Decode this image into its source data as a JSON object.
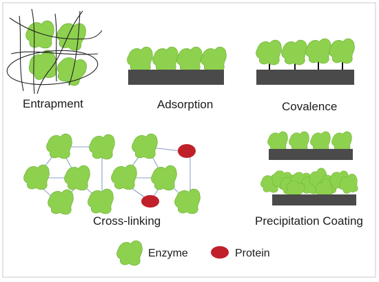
{
  "panels": {
    "entrapment": "Entrapment",
    "adsorption": "Adsorption",
    "covalence": "Covalence",
    "cross_linking": "Cross-linking",
    "precipitation_coating": "Precipitation Coating"
  },
  "legend": {
    "enzyme": "Enzyme",
    "protein": "Protein"
  },
  "colors": {
    "enzyme": "#8ed14e",
    "enzyme_edge": "#6fb43a",
    "protein": "#c0202a",
    "support": "#4a4a4a",
    "line": "#222222",
    "link": "#8aa2c4",
    "border": "#c8c8c8"
  }
}
